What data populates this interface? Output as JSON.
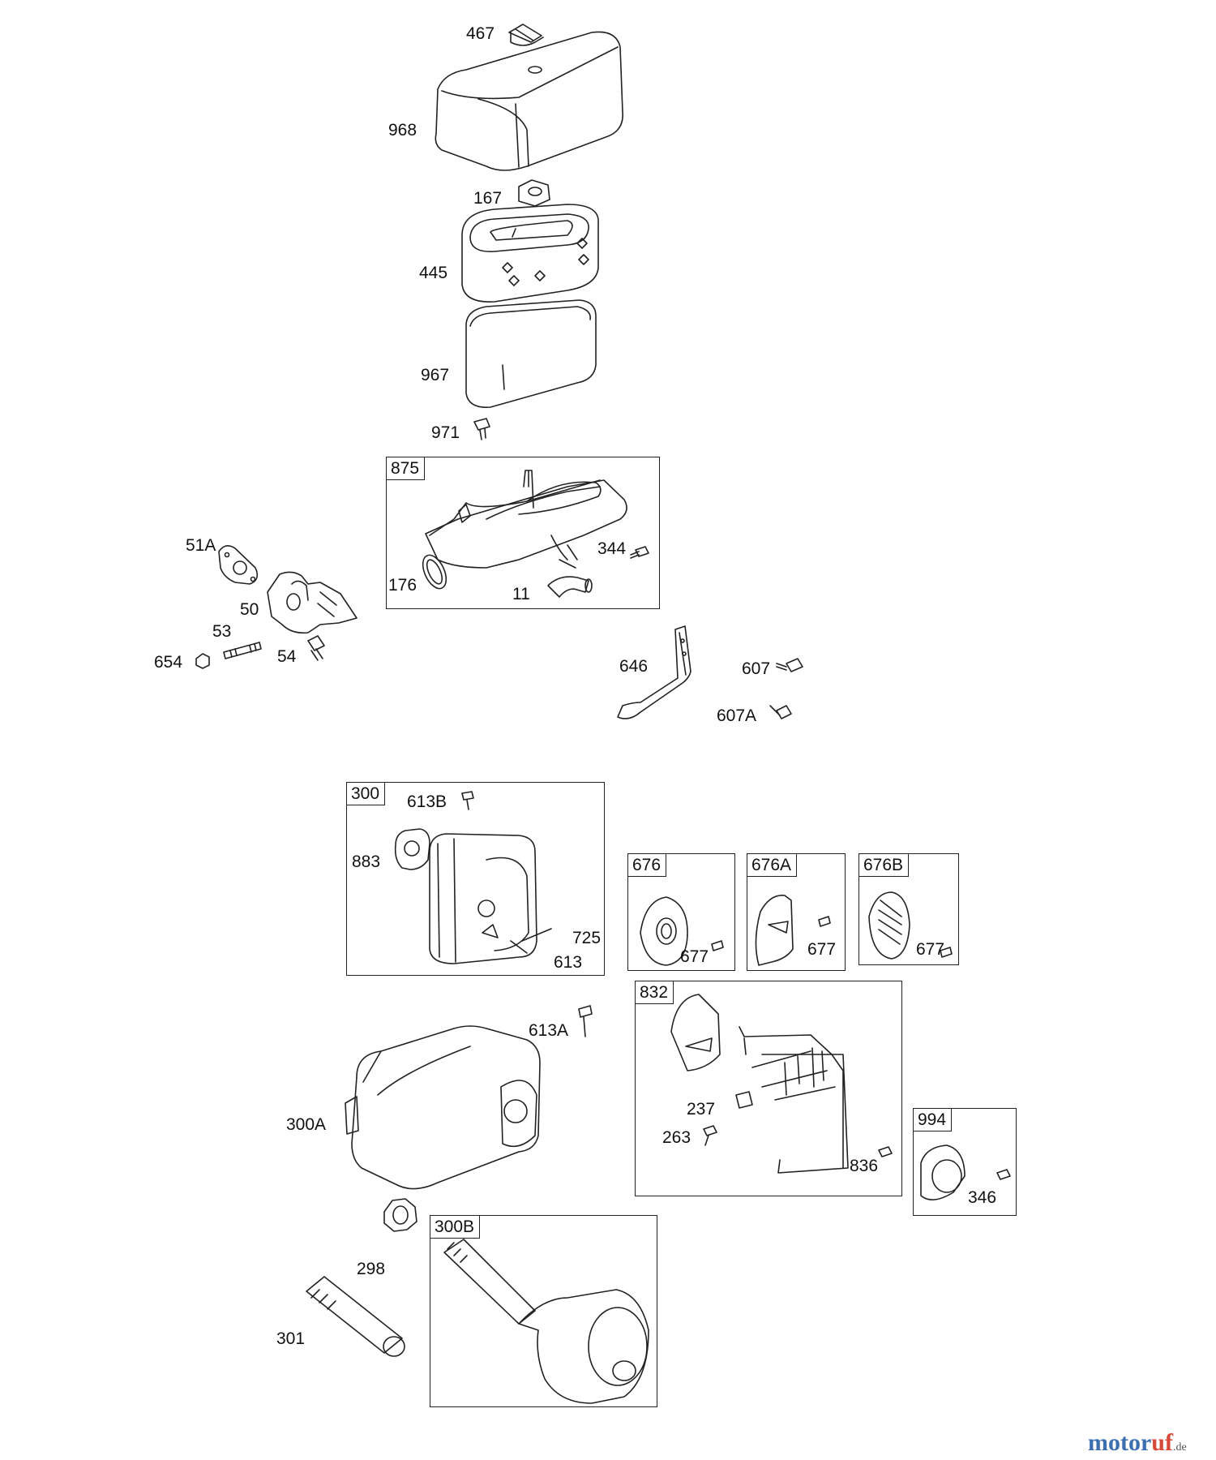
{
  "diagram": {
    "parts": [
      {
        "key": "p467",
        "label": "467"
      },
      {
        "key": "p968",
        "label": "968"
      },
      {
        "key": "p167",
        "label": "167"
      },
      {
        "key": "p445",
        "label": "445"
      },
      {
        "key": "p967",
        "label": "967"
      },
      {
        "key": "p971",
        "label": "971"
      },
      {
        "key": "p344",
        "label": "344"
      },
      {
        "key": "p176",
        "label": "176"
      },
      {
        "key": "p11",
        "label": "11"
      },
      {
        "key": "p51A",
        "label": "51A"
      },
      {
        "key": "p50",
        "label": "50"
      },
      {
        "key": "p53",
        "label": "53"
      },
      {
        "key": "p654",
        "label": "654"
      },
      {
        "key": "p54",
        "label": "54"
      },
      {
        "key": "p646",
        "label": "646"
      },
      {
        "key": "p607",
        "label": "607"
      },
      {
        "key": "p607A",
        "label": "607A"
      },
      {
        "key": "p613B",
        "label": "613B"
      },
      {
        "key": "p883",
        "label": "883"
      },
      {
        "key": "p725",
        "label": "725"
      },
      {
        "key": "p613",
        "label": "613"
      },
      {
        "key": "p677a",
        "label": "677"
      },
      {
        "key": "p677b",
        "label": "677"
      },
      {
        "key": "p677c",
        "label": "677"
      },
      {
        "key": "p613A",
        "label": "613A"
      },
      {
        "key": "p300A",
        "label": "300A"
      },
      {
        "key": "p237",
        "label": "237"
      },
      {
        "key": "p263",
        "label": "263"
      },
      {
        "key": "p836",
        "label": "836"
      },
      {
        "key": "p346",
        "label": "346"
      },
      {
        "key": "p298",
        "label": "298"
      },
      {
        "key": "p301",
        "label": "301"
      }
    ],
    "boxes": [
      {
        "key": "b875",
        "label": "875"
      },
      {
        "key": "b300",
        "label": "300"
      },
      {
        "key": "b676",
        "label": "676"
      },
      {
        "key": "b676A",
        "label": "676A"
      },
      {
        "key": "b676B",
        "label": "676B"
      },
      {
        "key": "b832",
        "label": "832"
      },
      {
        "key": "b994",
        "label": "994"
      },
      {
        "key": "b300B",
        "label": "300B"
      }
    ]
  },
  "watermark": {
    "main": "motor",
    "accent": "uf",
    "suffix": ".de"
  }
}
